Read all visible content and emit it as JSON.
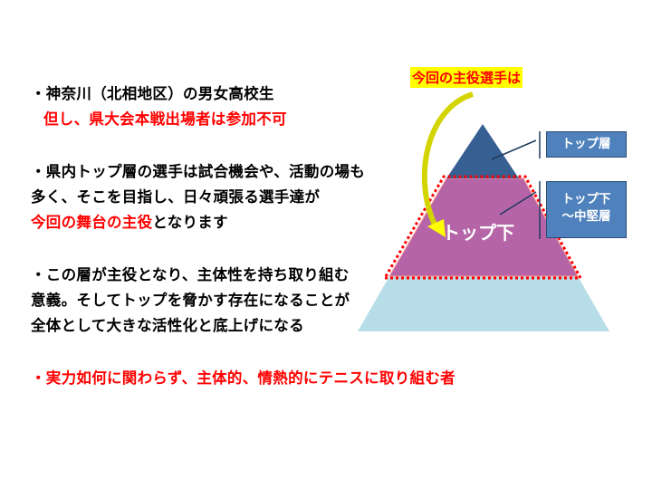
{
  "left_text": {
    "line1": "・神奈川（北相地区）の男女高校生",
    "line2": "但し、県大会本戦出場者は参加不可",
    "line3": "・県内トップ層の選手は試合機会や、活動の場も",
    "line4": "多く、そこを目指し、日々頑張る選手達が",
    "line5_red": "今回の舞台の主役",
    "line5_rest": "となります",
    "line6": "・この層が主役となり、主体性を持ち取り組む",
    "line7": "意義。そしてトップを脅かす存在になることが",
    "line8": "全体として大きな活性化と底上げになる",
    "line9": "・実力如何に関わらず、主体的、情熱的にテニスに取り組む者"
  },
  "diagram": {
    "callout": "今回の主役選手は",
    "middle_label": "トップ下",
    "top_box": "トップ層",
    "mid_box_line1": "トップ下",
    "mid_box_line2": "～中堅層",
    "colors": {
      "top": "#376092",
      "middle": "#b565a7",
      "bottom": "#b7dde8",
      "highlight": "#ff0000",
      "arrow": "#d4d400"
    }
  }
}
